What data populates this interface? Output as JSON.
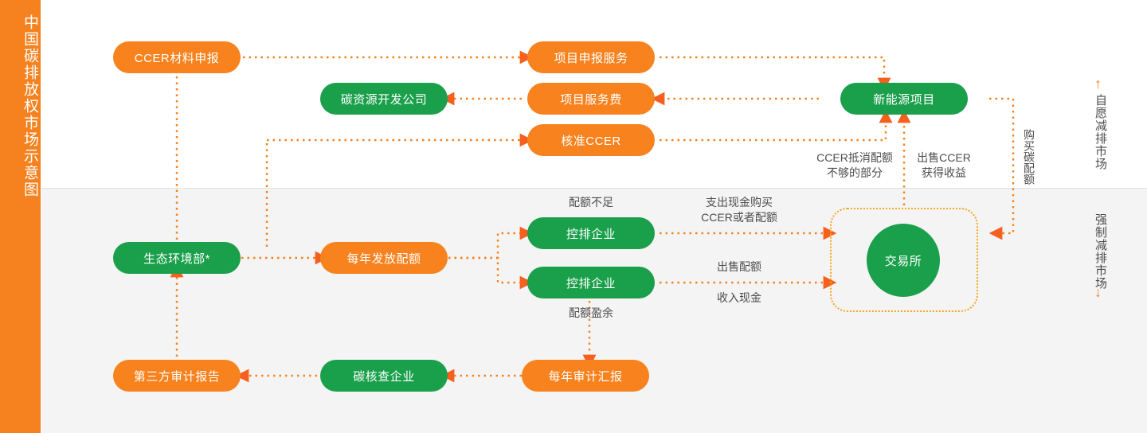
{
  "sidebar": {
    "title": "中国碳排放权市场示意图",
    "bg_color": "#f5821f"
  },
  "theme": {
    "orange": "#f7821e",
    "green": "#1aa04b",
    "dotted_line": "#f5821f",
    "label_text": "#4d4d4d",
    "band_bottom_bg": "#f4f4f4"
  },
  "nodes": {
    "ccer_material": "CCER材料申报",
    "project_declare_service": "项目申报服务",
    "carbon_resource_dev_company": "碳资源开发公司",
    "project_service_fee": "项目服务费",
    "approve_ccer": "核准CCER",
    "new_energy_project": "新能源项目",
    "ministry_env": "生态环境部*",
    "annual_allowance": "每年发放配额",
    "controlled_enterprise_1": "控排企业",
    "controlled_enterprise_2": "控排企业",
    "exchange": "交易所",
    "third_party_audit_report": "第三方审计报告",
    "carbon_verification_company": "碳核查企业",
    "annual_audit_report": "每年审计汇报"
  },
  "edge_labels": {
    "ccer_offset": "CCER抵消配额\n不够的部分",
    "ccer_offset_line1": "CCER抵消配额",
    "ccer_offset_line2": "不够的部分",
    "sell_ccer_line1": "出售CCER",
    "sell_ccer_line2": "获得收益",
    "buy_carbon_allowance": "购买碳配额",
    "allowance_shortage": "配额不足",
    "allowance_surplus": "配额盈余",
    "spend_cash_line1": "支出现金购买",
    "spend_cash_line2": "CCER或者配额",
    "sell_allowance": "出售配额",
    "income_cash": "收入现金"
  },
  "markets": {
    "voluntary": "自愿减排市场",
    "voluntary_arrow": "↑",
    "mandatory": "强制减排市场",
    "mandatory_arrow": "↓"
  }
}
